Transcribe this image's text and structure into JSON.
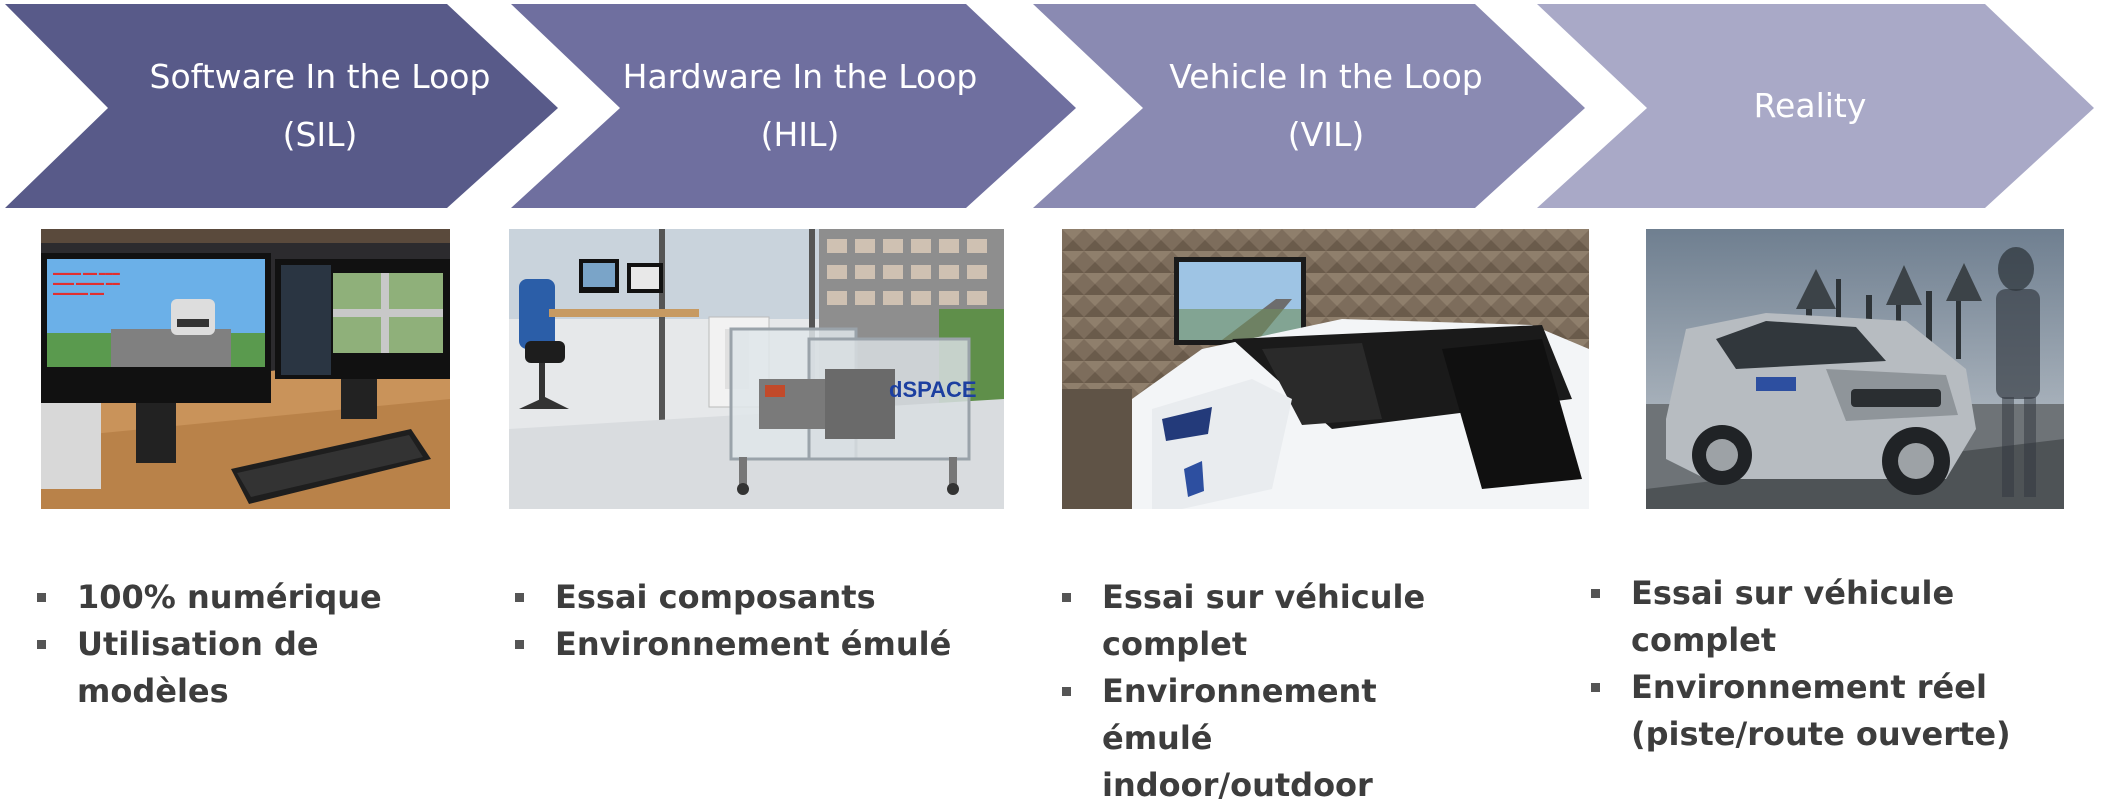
{
  "stages": [
    {
      "line1": "Software In the Loop",
      "line2": "(SIL)",
      "color": "#585a89",
      "bullets": [
        "100% numérique",
        "Utilisation de modèles"
      ]
    },
    {
      "line1": "Hardware In the Loop",
      "line2": "(HIL)",
      "color": "#6f6f9f",
      "bullets": [
        "Essai composants",
        "Environnement émulé"
      ]
    },
    {
      "line1": "Vehicle In the Loop",
      "line2": "(VIL)",
      "color": "#8a8ab2",
      "bullets": [
        "Essai sur véhicule complet",
        "Environnement émulé indoor/outdoor"
      ]
    },
    {
      "line1": "Reality",
      "line2": "",
      "color": "#a9a9c7",
      "bullets": [
        "Essai sur véhicule complet",
        "Environnement réel (piste/route ouverte)"
      ]
    }
  ],
  "photos": [
    {
      "icon": "desktop-simulator-photo"
    },
    {
      "icon": "hil-test-bench-photo",
      "bench_label": "dSPACE"
    },
    {
      "icon": "vehicle-in-anechoic-chamber-photo"
    },
    {
      "icon": "suv-on-test-track-photo"
    }
  ]
}
